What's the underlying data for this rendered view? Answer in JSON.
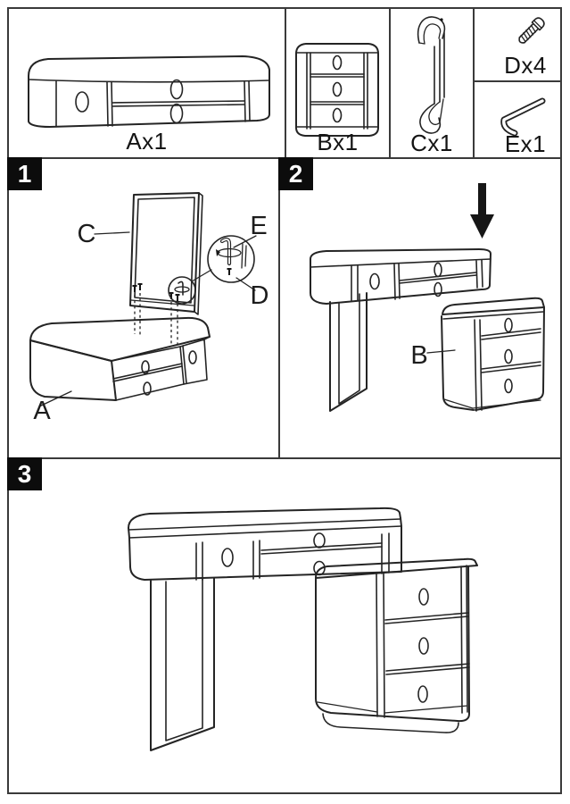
{
  "document": {
    "type": "furniture-assembly-instructions"
  },
  "parts_list": {
    "items": [
      {
        "part": "A",
        "label": "Ax1",
        "description": "desk top unit with drawers"
      },
      {
        "part": "B",
        "label": "Bx1",
        "description": "three-drawer chest unit"
      },
      {
        "part": "C",
        "label": "Cx1",
        "description": "leg frame"
      },
      {
        "part": "D",
        "label": "Dx4",
        "description": "screw"
      },
      {
        "part": "E",
        "label": "Ex1",
        "description": "allen key"
      }
    ]
  },
  "steps": {
    "step1": {
      "number": "1",
      "callouts": {
        "frame": "C",
        "desk": "A",
        "allen_key": "E",
        "screw": "D"
      }
    },
    "step2": {
      "number": "2",
      "callouts": {
        "drawer_unit": "B"
      }
    },
    "step3": {
      "number": "3"
    }
  },
  "colors": {
    "background": "#ffffff",
    "line": "#242424",
    "panel_border": "#3a3a3a",
    "badge_bg": "#0c0c0c",
    "badge_text": "#ffffff"
  }
}
